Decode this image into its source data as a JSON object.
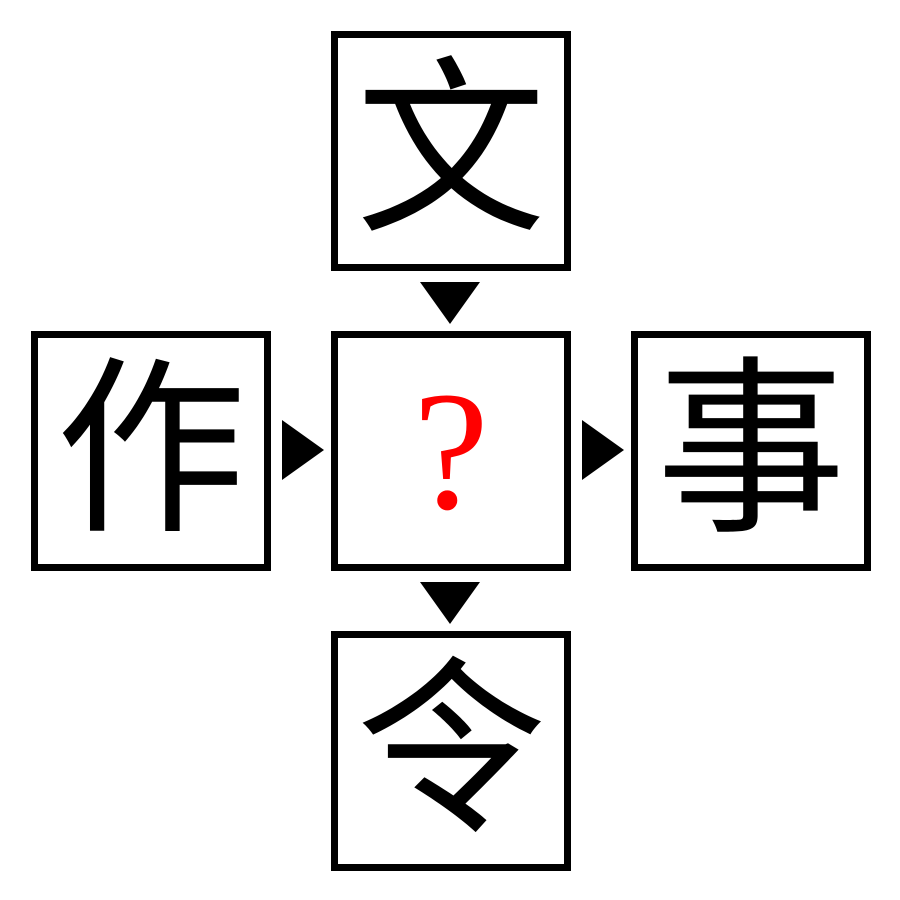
{
  "puzzle": {
    "top": "文",
    "left": "作",
    "center": "?",
    "right": "事",
    "bottom": "令"
  },
  "colors": {
    "border": "#000000",
    "text": "#000000",
    "question": "#ff0000",
    "arrow": "#000000",
    "background": "#ffffff"
  },
  "icons": {
    "down_arrow": "triangle-down",
    "right_arrow": "triangle-right"
  }
}
